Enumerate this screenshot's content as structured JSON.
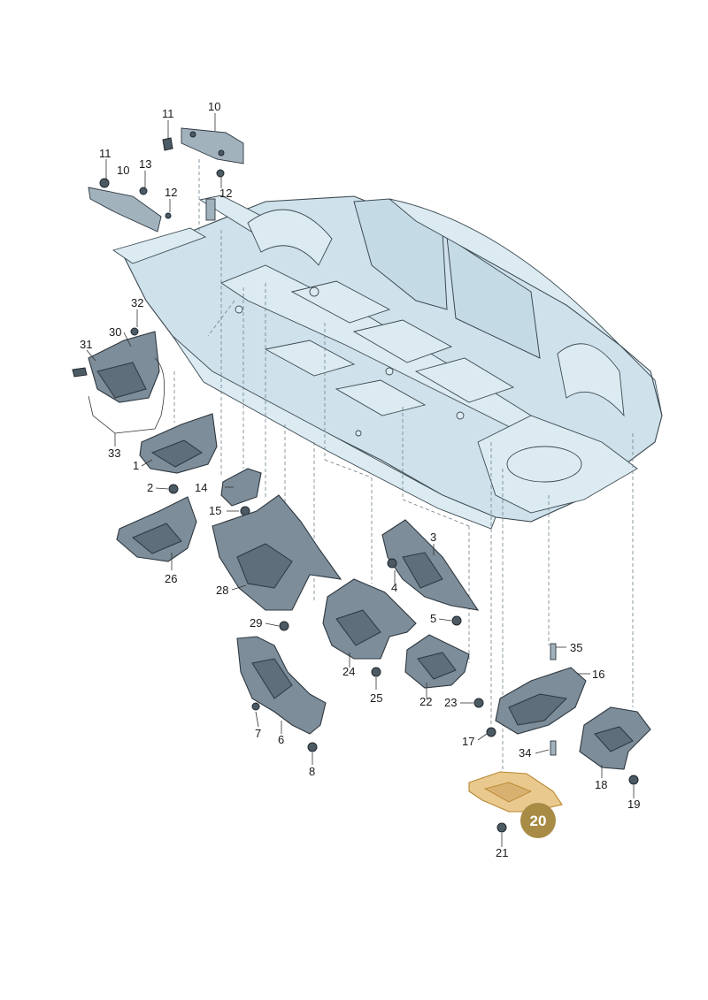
{
  "callouts": {
    "c1": "1",
    "c2": "2",
    "c3": "3",
    "c4": "4",
    "c5": "5",
    "c6": "6",
    "c7": "7",
    "c8": "8",
    "c10a": "10",
    "c10b": "10",
    "c11a": "11",
    "c11b": "11",
    "c12a": "12",
    "c12b": "12",
    "c13": "13",
    "c14": "14",
    "c15": "15",
    "c16": "16",
    "c17": "17",
    "c18": "18",
    "c19": "19",
    "c21": "21",
    "c22": "22",
    "c23": "23",
    "c24": "24",
    "c25": "25",
    "c26": "26",
    "c28": "28",
    "c29": "29",
    "c30": "30",
    "c31": "31",
    "c32": "32",
    "c33": "33",
    "c34": "34",
    "c35": "35"
  },
  "highlighted_part": {
    "number": "20",
    "badge_color": "#a88b45",
    "part_color": "#e9c98e"
  },
  "colors": {
    "vehicle_body": "#cfe1ea",
    "parts": "#7d8d99",
    "line": "#333333"
  }
}
